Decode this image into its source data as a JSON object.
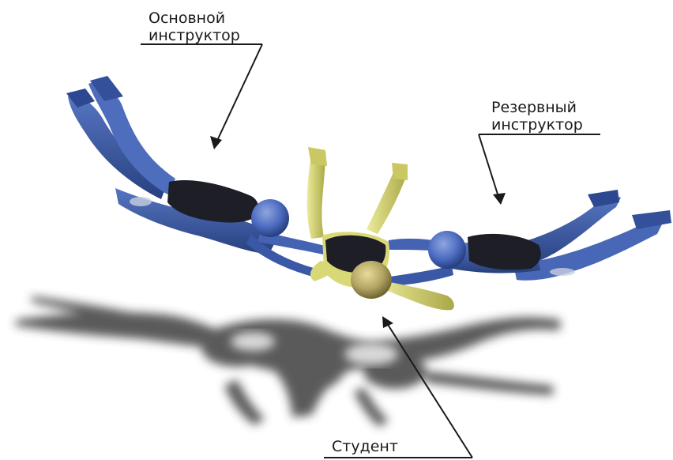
{
  "labels": {
    "main_instructor": [
      "Основной",
      "инструктор"
    ],
    "reserve_instructor": [
      "Резервный",
      "инструктор"
    ],
    "student": "Студент"
  },
  "colors": {
    "instructor_suit": "#3f5fa8",
    "instructor_suit_dark": "#24376e",
    "student_suit": "#d9d877",
    "student_suit_dark": "#9c9a3c",
    "container": "#1e1f26",
    "helmet_instructor": "#4d6cc0",
    "helmet_student": "#b3a463",
    "shadow": "#4a4a4a",
    "text": "#1a1a1a"
  }
}
